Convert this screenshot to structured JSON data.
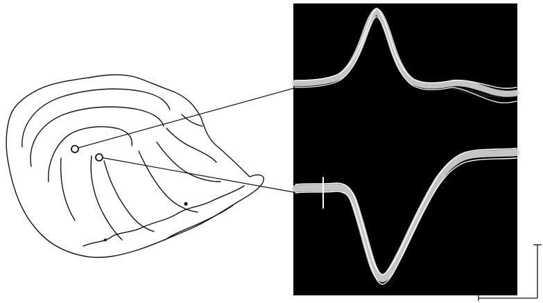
{
  "figure": {
    "background_color": "#ffffff",
    "ink_color": "#111111",
    "oscilloscope_screen_color": "#000000",
    "trace_color": "#d9d9d9",
    "recording_sites": [
      {
        "marker": "open-circle"
      },
      {
        "marker": "open-circle"
      }
    ],
    "traces": [
      {
        "polarity": "positive"
      },
      {
        "polarity": "negative"
      }
    ]
  }
}
